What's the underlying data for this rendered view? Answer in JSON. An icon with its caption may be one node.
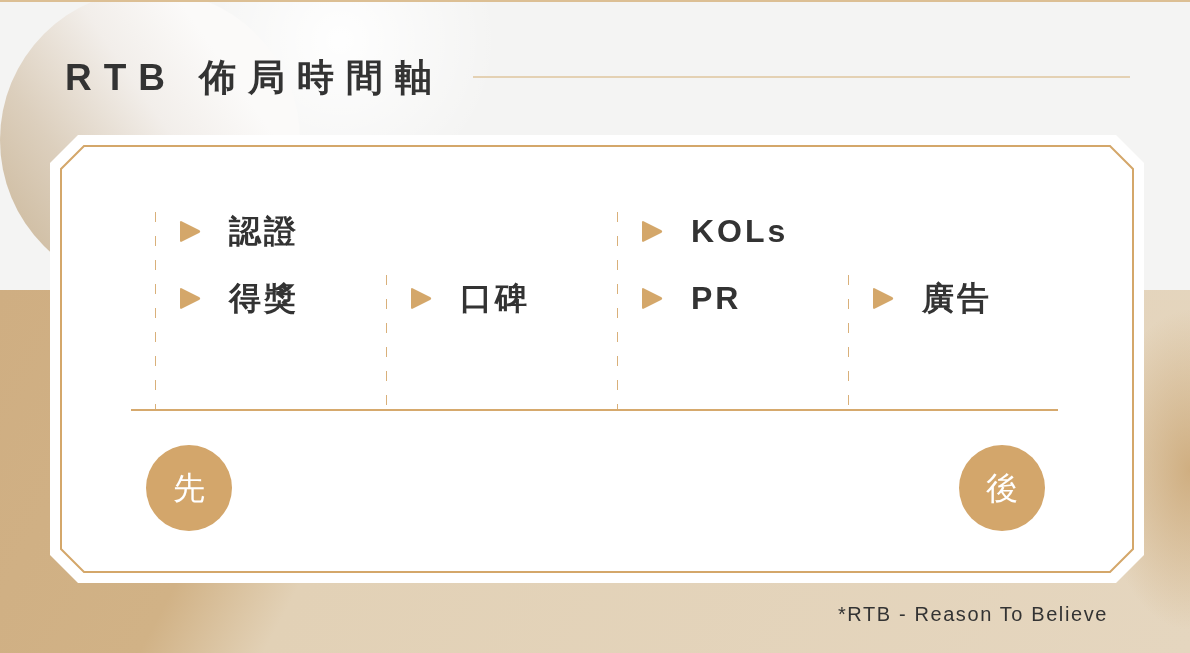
{
  "diagram": {
    "title": "RTB 佈局時間軸",
    "nodes": [
      {
        "text": [
          "先"
        ]
      },
      {
        "text": [
          "後"
        ]
      }
    ],
    "labels": [
      "認證",
      "KOLs",
      "得獎",
      "口碑",
      "PR",
      "廣告",
      "*RTB - Reason To Believe"
    ]
  }
}
